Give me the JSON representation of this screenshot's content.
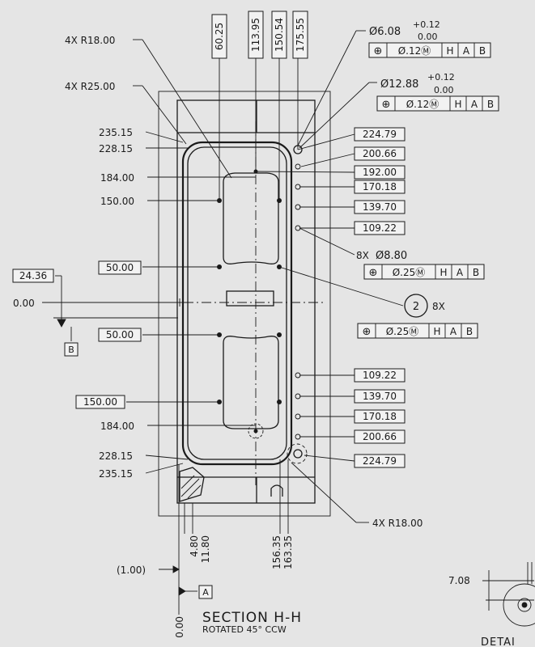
{
  "labels": {
    "r18_top": "4X R18.00",
    "r25": "4X R25.00",
    "r18_bottom": "4X R18.00",
    "eightx": "8X",
    "dia_880": "Ø8.80",
    "balloon_num": "2",
    "balloon_qty": "8X",
    "datum_b": "B",
    "datum_a": "A",
    "paren_100": "(1.00)",
    "section_title": "SECTION H-H",
    "section_sub": "ROTATED 45° CCW",
    "detail_label": "DETAI",
    "dim_708": "7.08",
    "zero_bottom": "0.00"
  },
  "hole_specs": {
    "dia608": "Ø6.08",
    "tol608_plus": "+0.12",
    "tol608_minus": "0.00",
    "dia1288": "Ø12.88",
    "tol1288_plus": "+0.12",
    "tol1288_minus": "0.00"
  },
  "fcf": {
    "f1": [
      "⊕",
      "Ø.12Ⓜ",
      "H",
      "A",
      "B"
    ],
    "f2": [
      "⊕",
      "Ø.12Ⓜ",
      "H",
      "A",
      "B"
    ],
    "f3": [
      "⊕",
      "Ø.25Ⓜ",
      "H",
      "A",
      "B"
    ],
    "f4": [
      "⊕",
      "Ø.25Ⓜ",
      "H",
      "A",
      "B"
    ]
  },
  "top_dims": [
    "60.25",
    "113.95",
    "150.54",
    "175.55"
  ],
  "left_dims": {
    "d235t": "235.15",
    "d228t": "228.15",
    "d184t": "184.00",
    "d150t": "150.00",
    "d50t": "50.00",
    "d2436": "24.36",
    "d000": "0.00",
    "d50b": "50.00",
    "d150b": "150.00",
    "d184b": "184.00",
    "d228b": "228.15",
    "d235b": "235.15"
  },
  "right_dims_top": [
    "224.79",
    "200.66",
    "192.00",
    "170.18",
    "139.70",
    "109.22"
  ],
  "right_dims_bottom": [
    "109.22",
    "139.70",
    "170.18",
    "200.66",
    "224.79"
  ],
  "bottom_dims": [
    "4.80",
    "11.80",
    "156.35",
    "163.35"
  ],
  "colors": {
    "background": "#e5e5e5",
    "ink": "#1a1a1a",
    "box_fill": "#f2f2f2"
  }
}
